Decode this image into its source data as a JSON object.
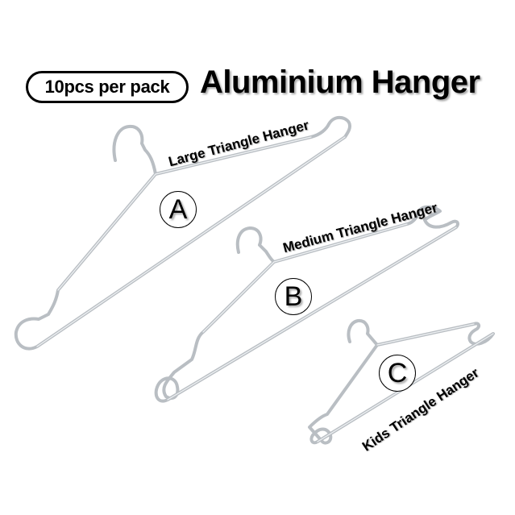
{
  "header": {
    "pack_badge": "10pcs per pack",
    "title": "Aluminium Hanger"
  },
  "hangers": [
    {
      "letter": "A",
      "label": "Large Triangle Hanger"
    },
    {
      "letter": "B",
      "label": "Medium Triangle Hanger"
    },
    {
      "letter": "C",
      "label": "Kids Triangle Hanger"
    }
  ],
  "colors": {
    "background": "#ffffff",
    "text": "#000000",
    "wire": "#b9bec3"
  }
}
